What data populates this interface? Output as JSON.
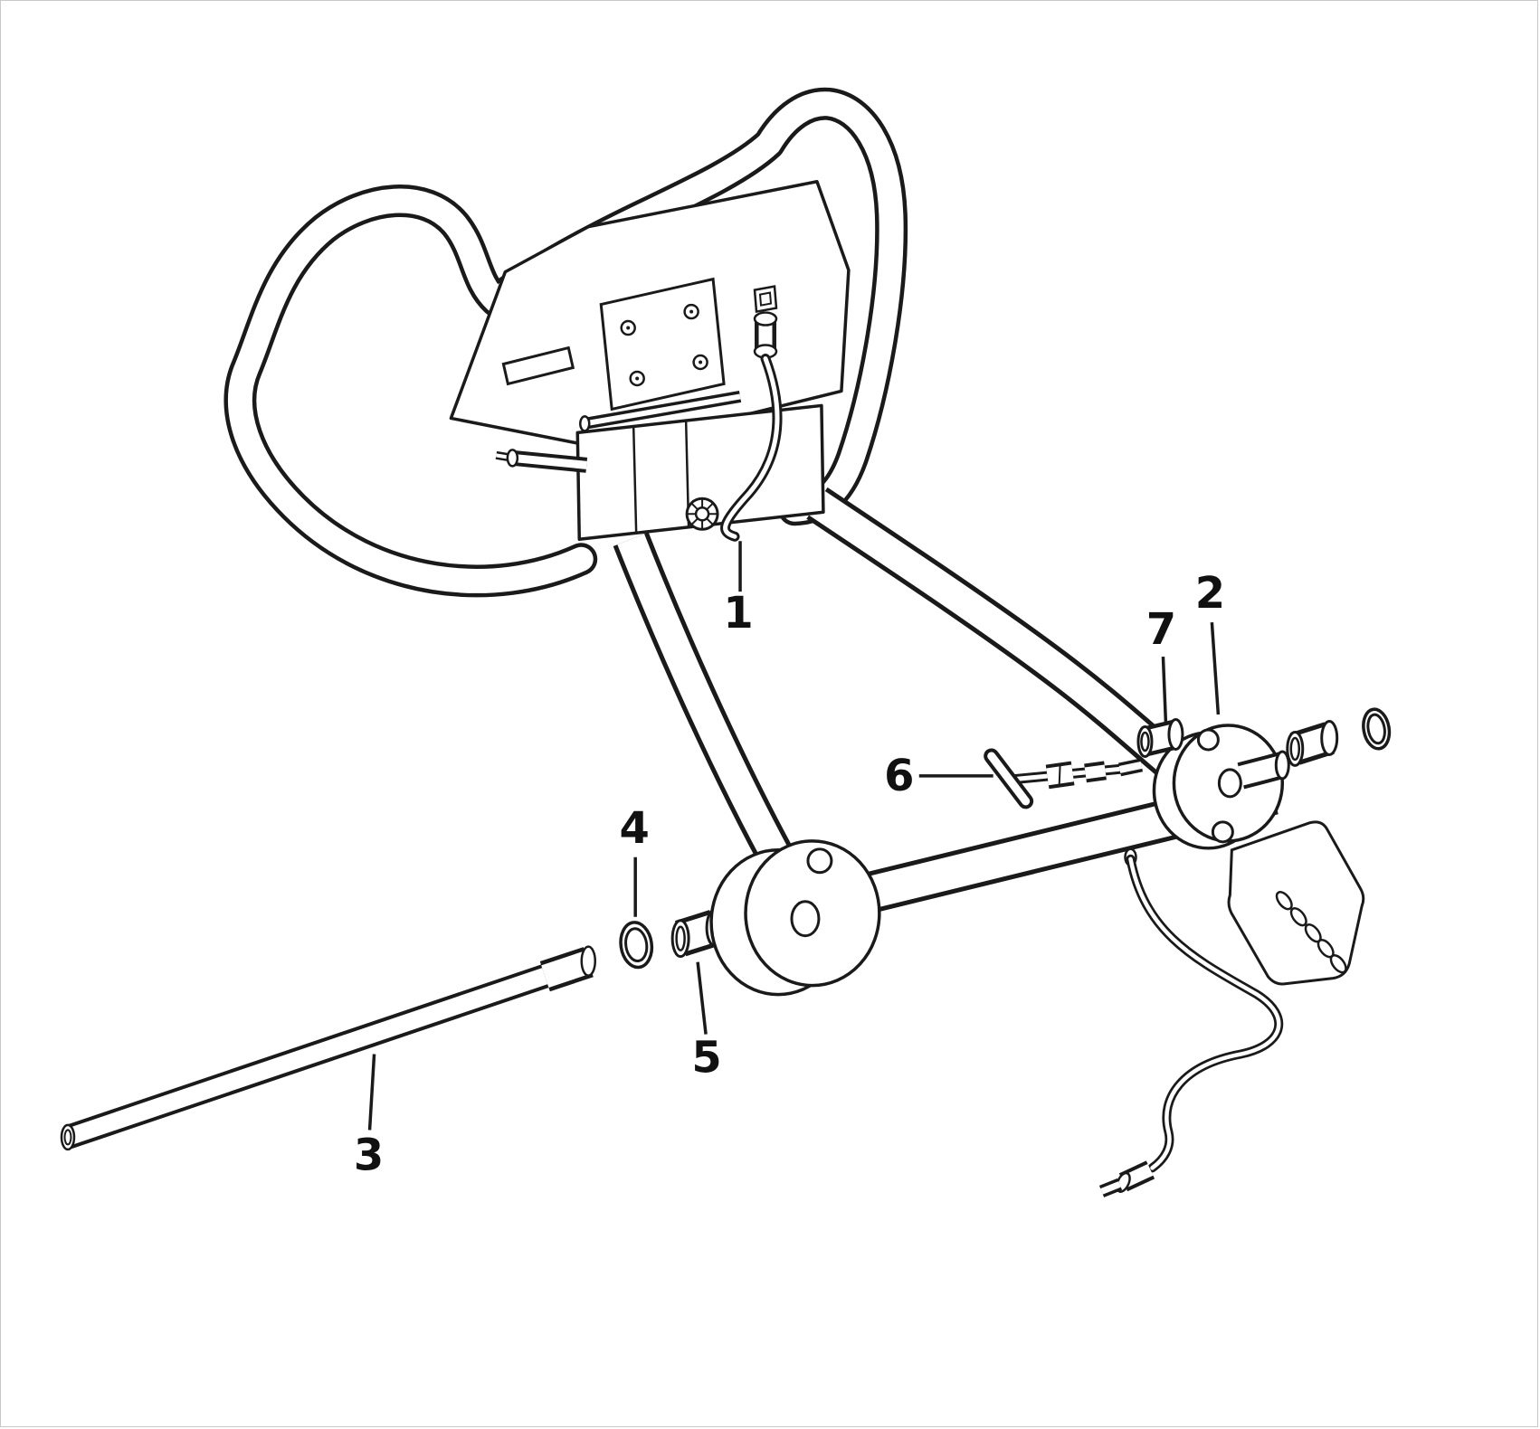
{
  "figure": {
    "type": "exploded-parts-diagram",
    "background_color": "#ffffff",
    "line_color": "#1a1a1a"
  },
  "callouts": [
    {
      "label": "1"
    },
    {
      "label": "2"
    },
    {
      "label": "3"
    },
    {
      "label": "4"
    },
    {
      "label": "5"
    },
    {
      "label": "6"
    },
    {
      "label": "7"
    }
  ]
}
